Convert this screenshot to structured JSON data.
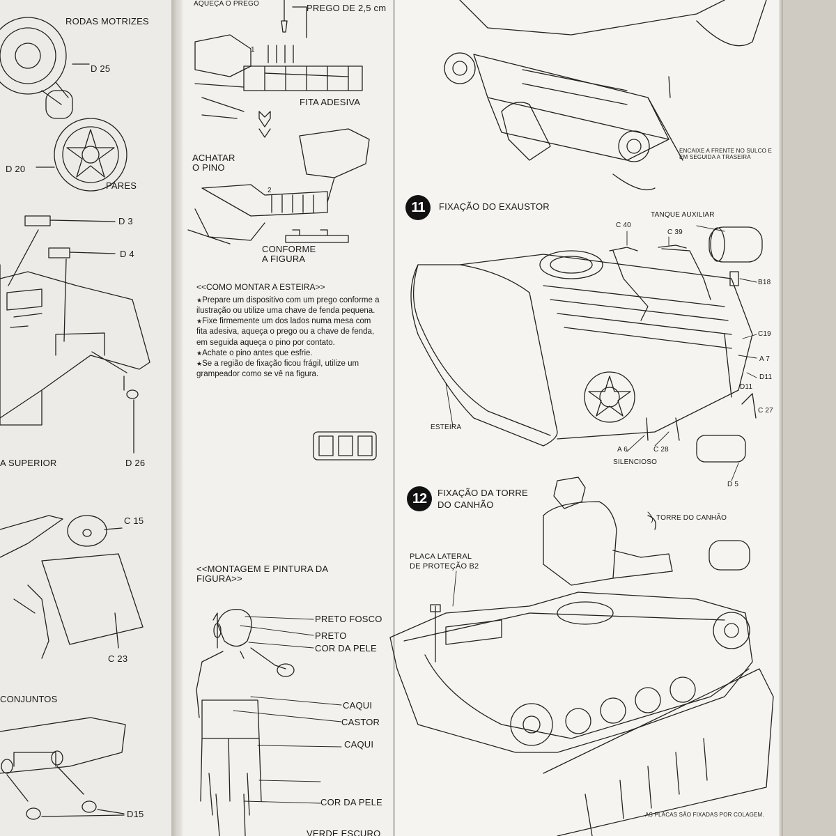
{
  "left_page": {
    "labels": {
      "rodas_motrizes": "RODAS MOTRIZES",
      "d25": "D 25",
      "d20": "D 20",
      "pares": "PARES",
      "d3": "D 3",
      "d4": "D 4",
      "superior": "A SUPERIOR",
      "d26": "D 26",
      "c15": "C 15",
      "c23": "C 23",
      "conjuntos": "CONJUNTOS",
      "d15": "D15"
    }
  },
  "middle_page": {
    "labels": {
      "aqueca": "AQUEÇA O PREGO",
      "prego": "PREGO DE 2,5 cm",
      "step1": "1",
      "fita": "FITA ADESIVA",
      "achatar": "ACHATAR\nO PINO",
      "step2": "2",
      "conforme": "CONFORME\nA FIGURA"
    },
    "instructions": {
      "title": "<<COMO MONTAR A ESTEIRA>>",
      "bullets": [
        "Prepare um dispositivo com um prego conforme a ilustração ou utilize uma chave de fenda pequena.",
        "Fixe firmemente um dos lados numa mesa com fita adesiva, aqueça o prego ou a chave de fenda, em seguida aqueça o pino por contato.",
        "Achate o pino antes que esfrie.",
        "Se a região de fixação ficou frágil, utilize um grampeador como se vê na figura."
      ]
    },
    "figure": {
      "title": "<<MONTAGEM E PINTURA DA FIGURA>>",
      "colors": [
        "PRETO FOSCO",
        "PRETO",
        "COR DA PELE",
        "CAQUI",
        "CASTOR",
        "CAQUI",
        "COR DA PELE",
        "VERDE ESCURO"
      ]
    }
  },
  "right_page": {
    "top_note": "ENCAIXE A FRENTE NO SULCO E\nEM SEGUIDA A TRASEIRA",
    "step11": {
      "number": "11",
      "title": "FIXAÇÃO DO EXAUSTOR",
      "labels": {
        "tanque": "TANQUE AUXILIAR",
        "c40": "C 40",
        "c39": "C 39",
        "b18": "B18",
        "c19": "C19",
        "a7": "A 7",
        "d11a": "D11",
        "d11b": "D11",
        "c27": "C 27",
        "esteira": "ESTEIRA",
        "a6": "A 6",
        "c28": "C 28",
        "silencioso": "SILENCIOSO",
        "d5": "D 5"
      }
    },
    "step12": {
      "number": "12",
      "title": "FIXAÇÃO DA TORRE\nDO CANHÃO",
      "labels": {
        "torre": "TORRE DO CANHÃO",
        "placa": "PLACA LATERAL\nDE PROTEÇÃO B2",
        "placas_note": "AS PLACAS SÃO FIXADAS POR COLAGEM."
      }
    }
  }
}
